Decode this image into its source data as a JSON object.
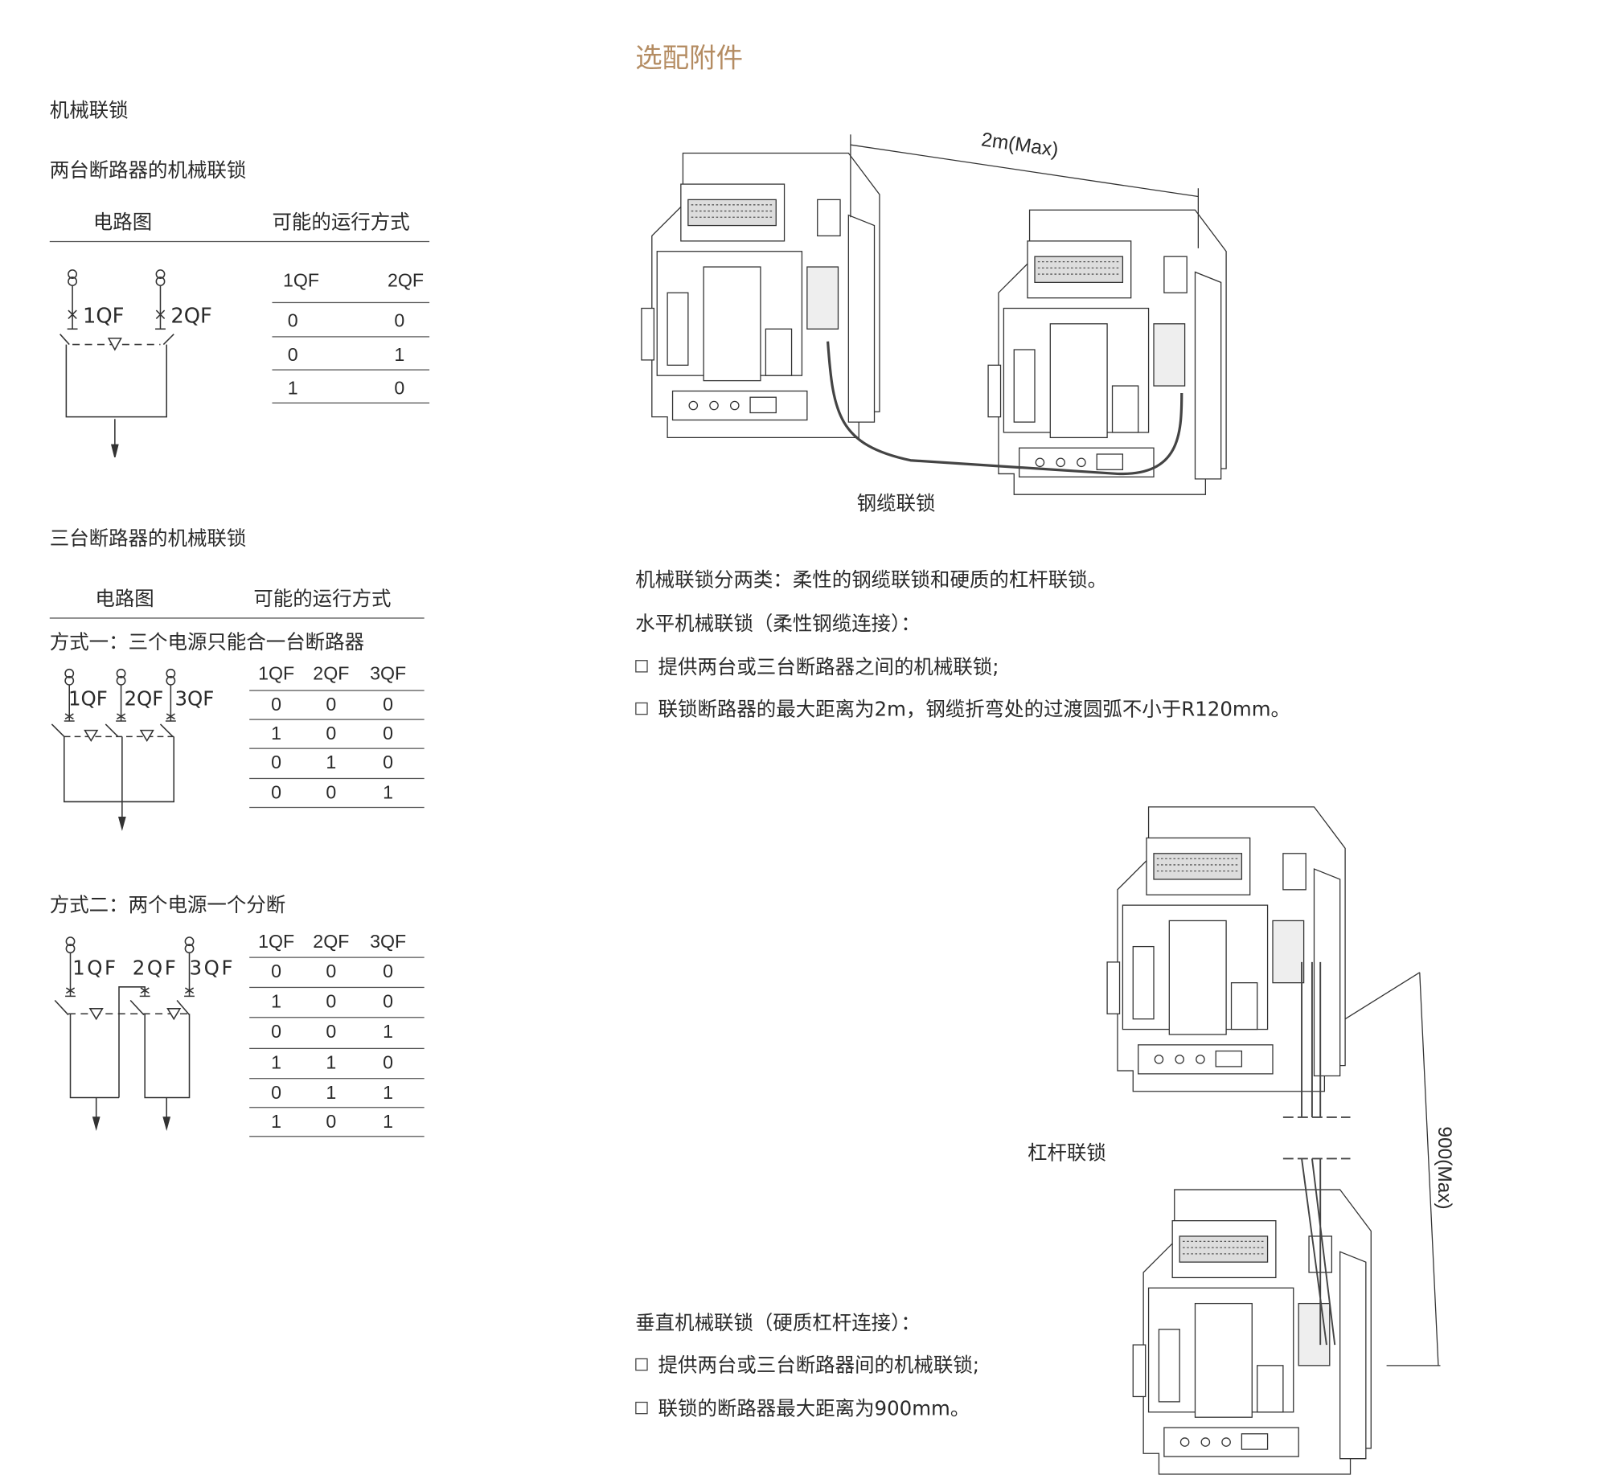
{
  "title": "选配附件",
  "left": {
    "section": "机械联锁",
    "two": {
      "heading": "两台断路器的机械联锁",
      "col_diagram": "电路图",
      "col_modes": "可能的运行方式",
      "labels": [
        "1QF",
        "2QF"
      ],
      "headers": [
        "1QF",
        "2QF"
      ],
      "rows": [
        [
          "0",
          "0"
        ],
        [
          "0",
          "1"
        ],
        [
          "1",
          "0"
        ]
      ]
    },
    "three": {
      "heading": "三台断路器的机械联锁",
      "col_diagram": "电路图",
      "col_modes": "可能的运行方式",
      "mode1": {
        "title": "方式一：三个电源只能合一台断路器",
        "labels": [
          "1QF",
          "2QF",
          "3QF"
        ],
        "headers": [
          "1QF",
          "2QF",
          "3QF"
        ],
        "rows": [
          [
            "0",
            "0",
            "0"
          ],
          [
            "1",
            "0",
            "0"
          ],
          [
            "0",
            "1",
            "0"
          ],
          [
            "0",
            "0",
            "1"
          ]
        ]
      },
      "mode2": {
        "title": "方式二：两个电源一个分断",
        "labels": [
          "1QF",
          "2QF",
          "3QF"
        ],
        "headers": [
          "1QF",
          "2QF",
          "3QF"
        ],
        "rows": [
          [
            "0",
            "0",
            "0"
          ],
          [
            "1",
            "0",
            "0"
          ],
          [
            "0",
            "0",
            "1"
          ],
          [
            "1",
            "1",
            "0"
          ],
          [
            "0",
            "1",
            "1"
          ],
          [
            "1",
            "0",
            "1"
          ]
        ]
      }
    }
  },
  "right": {
    "cable": {
      "dimension": "2m(Max)",
      "caption": "钢缆联锁",
      "intro": "机械联锁分两类：柔性的钢缆联锁和硬质的杠杆联锁。",
      "subtitle": "水平机械联锁（柔性钢缆连接）：",
      "bullets": [
        "提供两台或三台断路器之间的机械联锁;",
        "联锁断路器的最大距离为2m，钢缆折弯处的过渡圆弧不小于R120mm。"
      ]
    },
    "lever": {
      "dimension": "900(Max)",
      "caption": "杠杆联锁",
      "subtitle": "垂直机械联锁（硬质杠杆连接）：",
      "bullets": [
        "提供两台或三台断路器间的机械联锁;",
        "联锁的断路器最大距离为900mm。"
      ]
    }
  }
}
